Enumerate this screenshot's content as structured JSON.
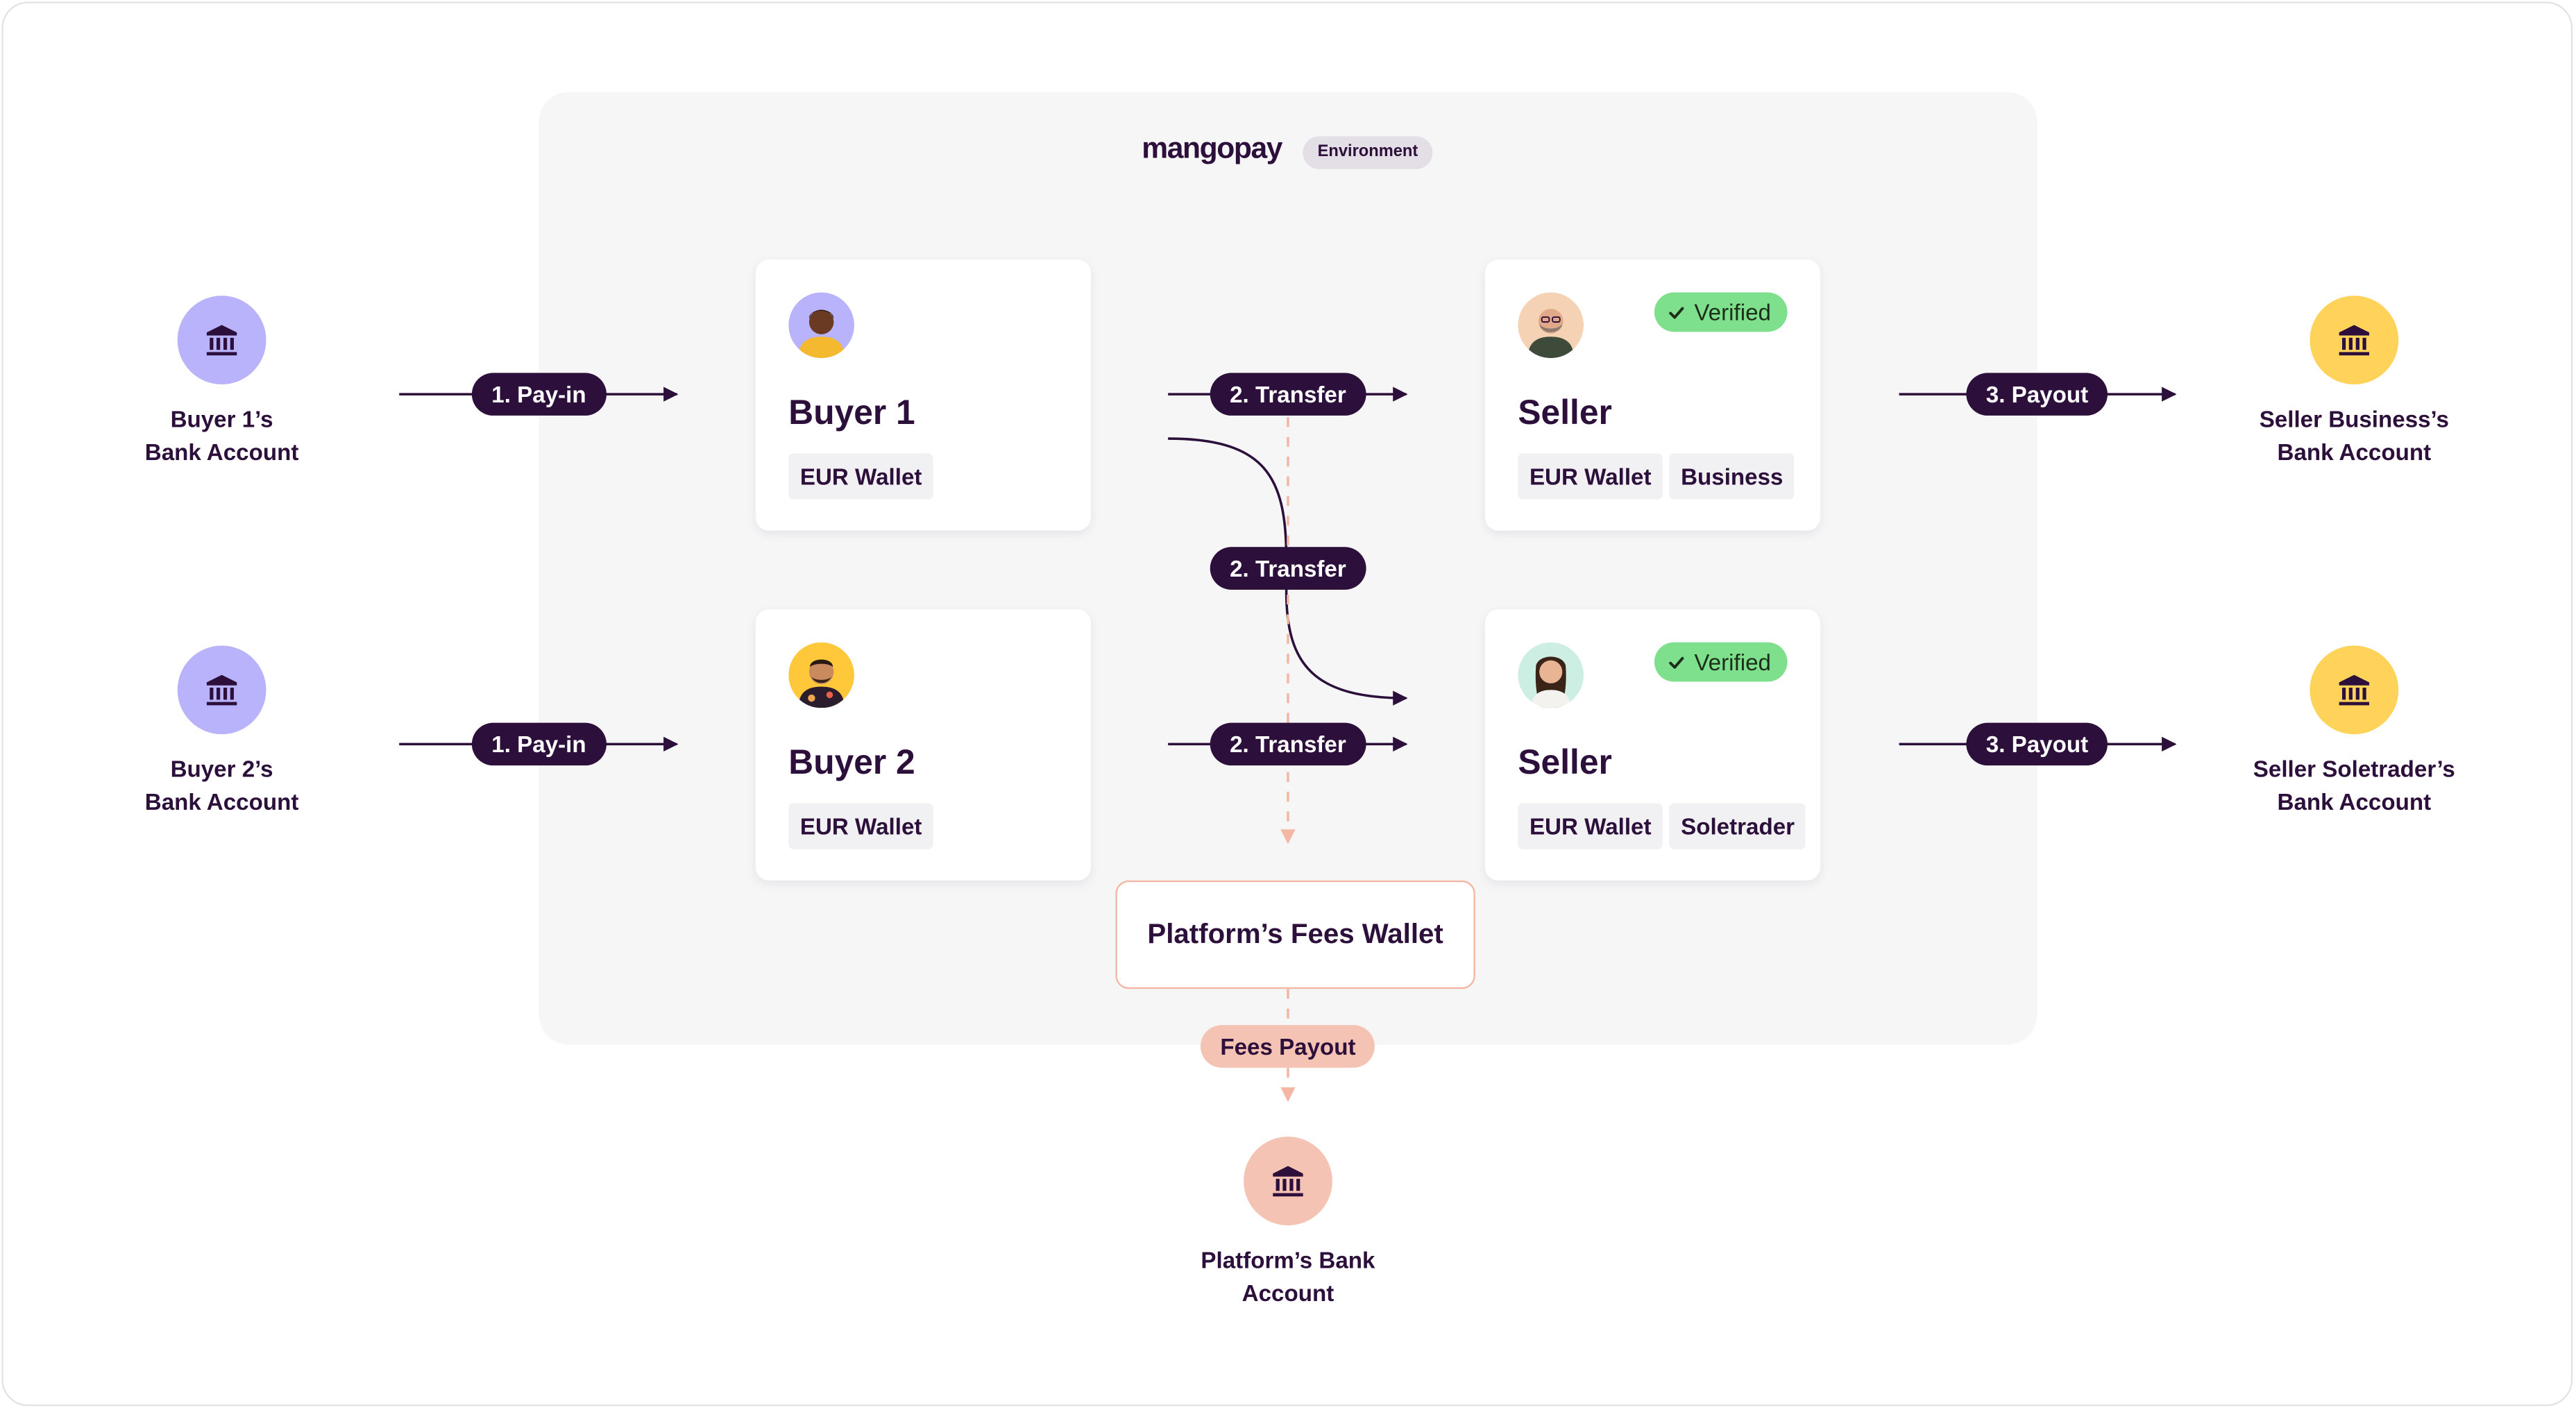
{
  "environment": {
    "logo_text": "mangopay",
    "badge": "Environment"
  },
  "colors": {
    "dark": "#2c0f3a",
    "buyer_bank": "#b8b3fb",
    "seller_bank": "#ffd35a",
    "platform_bank": "#f5c3b3",
    "verified": "#7ee08c",
    "fees_line": "#f4b7a3"
  },
  "nodes": {
    "buyer1_bank": {
      "label_line1": "Buyer 1’s",
      "label_line2": "Bank Account",
      "icon": "bank-icon"
    },
    "buyer2_bank": {
      "label_line1": "Buyer 2’s",
      "label_line2": "Bank Account",
      "icon": "bank-icon"
    },
    "seller_business_bank": {
      "label_line1": "Seller Business’s",
      "label_line2": "Bank Account",
      "icon": "bank-icon"
    },
    "seller_soletrader_bank": {
      "label_line1": "Seller Soletrader’s",
      "label_line2": "Bank Account",
      "icon": "bank-icon"
    },
    "platform_bank": {
      "label_line1": "Platform’s Bank",
      "label_line2": "Account",
      "icon": "bank-icon"
    }
  },
  "cards": {
    "buyer1": {
      "title": "Buyer 1",
      "tags": [
        "EUR Wallet"
      ]
    },
    "buyer2": {
      "title": "Buyer 2",
      "tags": [
        "EUR Wallet"
      ]
    },
    "seller_business": {
      "title": "Seller",
      "badge": "Verified",
      "tags": [
        "EUR Wallet",
        "Business"
      ]
    },
    "seller_soletrader": {
      "title": "Seller",
      "badge": "Verified",
      "tags": [
        "EUR Wallet",
        "Soletrader"
      ]
    },
    "fees_wallet": {
      "title": "Platform’s Fees Wallet"
    }
  },
  "flows": {
    "payin1": "1. Pay-in",
    "payin2": "1. Pay-in",
    "transfer_top": "2. Transfer",
    "transfer_cross": "2. Transfer",
    "transfer_bottom": "2. Transfer",
    "payout1": "3. Payout",
    "payout2": "3. Payout",
    "fees_payout": "Fees Payout"
  }
}
